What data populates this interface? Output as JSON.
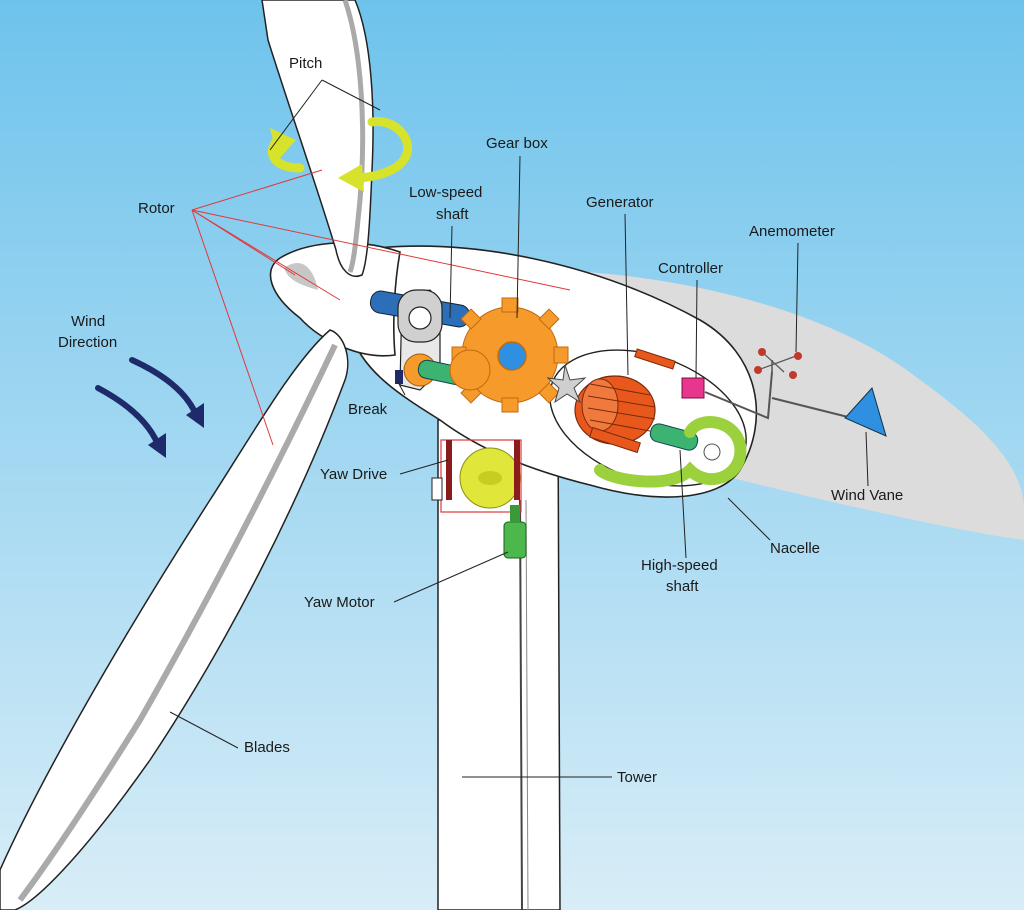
{
  "labels": {
    "pitch": "Pitch",
    "gear_box": "Gear box",
    "low_speed_shaft_line1": "Low-speed",
    "low_speed_shaft_line2": "shaft",
    "generator": "Generator",
    "anemometer": "Anemometer",
    "controller": "Controller",
    "rotor": "Rotor",
    "wind_direction_line1": "Wind",
    "wind_direction_line2": "Direction",
    "brake": "Break",
    "yaw_drive": "Yaw Drive",
    "wind_vane": "Wind Vane",
    "nacelle": "Nacelle",
    "high_speed_shaft_line1": "High-speed",
    "high_speed_shaft_line2": "shaft",
    "yaw_motor": "Yaw Motor",
    "blades": "Blades",
    "tower": "Tower"
  },
  "colors": {
    "sky_top": "#6ec3ec",
    "sky_bottom": "#d6ecf6",
    "outline": "#222222",
    "body_white": "#ffffff",
    "shadow_grey": "#dcdcdc",
    "rotor_lines": "#e0393b",
    "pitch_arrows": "#d7e22a",
    "wind_arrows": "#1f2a6b",
    "low_speed_shaft": "#2c6fb8",
    "gear_orange": "#f59a2b",
    "generator_orange": "#e8581c",
    "high_speed_shaft": "#3cb371",
    "coil_green": "#9bd13d",
    "controller_pink": "#e8358e",
    "wind_vane_blue": "#2f8fe0",
    "anemometer_red": "#c0392b",
    "yaw_gear": "#e0e63a",
    "yaw_motor": "#4cb84c"
  }
}
